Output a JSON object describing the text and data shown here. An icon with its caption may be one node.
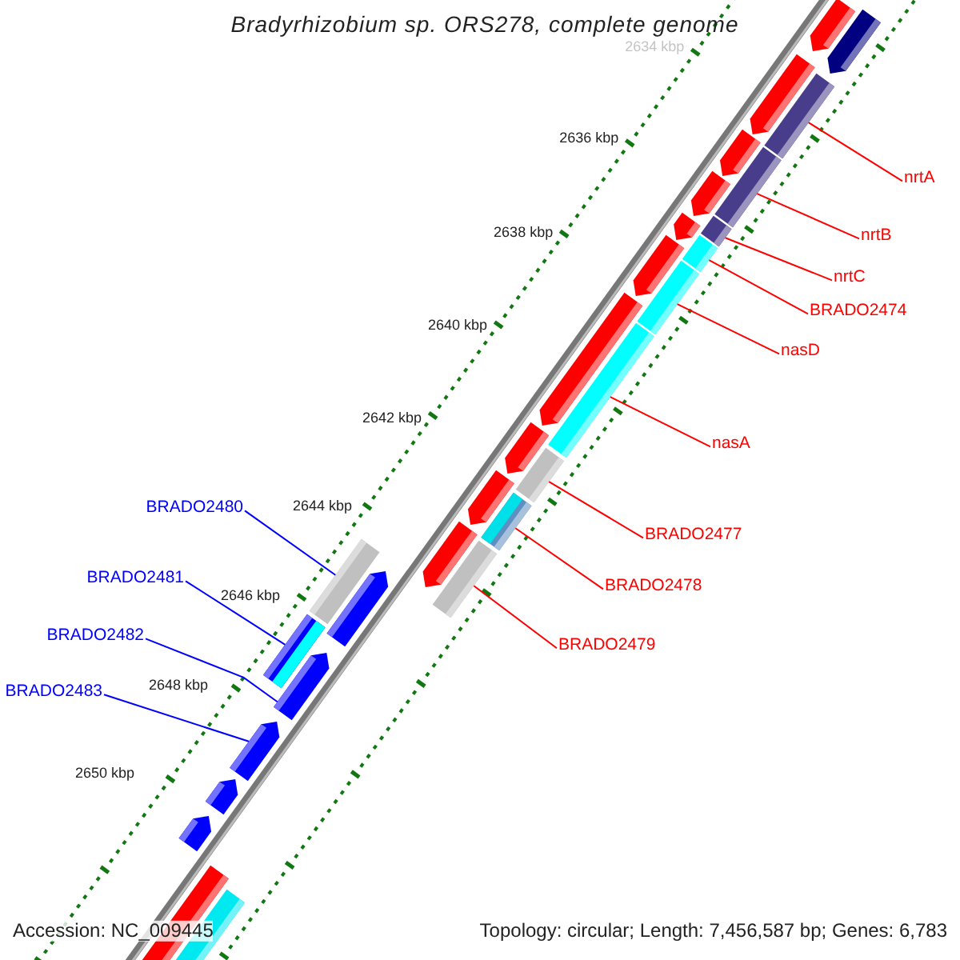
{
  "diagram": {
    "title": "Bradyrhizobium sp. ORS278, complete genome",
    "nodes": [
      {
        "text": [
          "nrtA"
        ]
      },
      {
        "text": [
          "nrtB"
        ]
      },
      {
        "text": [
          "nrtC"
        ]
      },
      {
        "text": [
          "BRADO2474"
        ]
      },
      {
        "text": [
          "nasD"
        ]
      },
      {
        "text": [
          "nasA"
        ]
      },
      {
        "text": [
          "BRADO2477"
        ]
      },
      {
        "text": [
          "BRADO2478"
        ]
      },
      {
        "text": [
          "BRADO2479"
        ]
      },
      {
        "text": [
          "BRADO2480"
        ]
      },
      {
        "text": [
          "BRADO2481"
        ]
      },
      {
        "text": [
          "BRADO2482"
        ]
      },
      {
        "text": [
          "BRADO2483"
        ]
      },
      {
        "text": [],
        "shape": "bar"
      },
      {
        "text": [],
        "shape": "bar"
      },
      {
        "text": [],
        "shape": "bar"
      },
      {
        "text": [],
        "shape": "bar"
      },
      {
        "text": [],
        "shape": "bar"
      },
      {
        "text": [],
        "shape": "bar"
      },
      {
        "text": [],
        "shape": "bar"
      },
      {
        "text": [],
        "shape": "bar"
      },
      {
        "text": [],
        "shape": "bar"
      },
      {
        "text": [],
        "shape": "bar"
      },
      {
        "text": [],
        "shape": "bar"
      },
      {
        "text": [],
        "shape": "pentagon"
      },
      {
        "text": [],
        "shape": "pentagon"
      }
    ],
    "edges": [
      {
        "from": 0,
        "to": 13,
        "arrow": "none"
      },
      {
        "from": 1,
        "to": 14,
        "arrow": "none"
      },
      {
        "from": 2,
        "to": 15,
        "arrow": "none"
      },
      {
        "from": 3,
        "to": 16,
        "arrow": "none"
      },
      {
        "from": 4,
        "to": 17,
        "arrow": "none"
      },
      {
        "from": 5,
        "to": 18,
        "arrow": "none"
      },
      {
        "from": 6,
        "to": 19,
        "arrow": "none"
      },
      {
        "from": 7,
        "to": 20,
        "arrow": "none"
      },
      {
        "from": 8,
        "to": 21,
        "arrow": "none"
      },
      {
        "from": 9,
        "to": 22,
        "arrow": "none",
        "color": "#0000ff"
      },
      {
        "from": 10,
        "to": 23,
        "arrow": "none",
        "color": "#0000ff"
      },
      {
        "from": 11,
        "to": 24,
        "arrow": "none",
        "color": "#0000ff"
      },
      {
        "from": 12,
        "to": 25,
        "arrow": "none",
        "color": "#0000ff"
      }
    ],
    "labels": [
      "2634 kbp",
      "2636 kbp",
      "2638 kbp",
      "2640 kbp",
      "2642 kbp",
      "2644 kbp",
      "2646 kbp",
      "2648 kbp",
      "2650 kbp",
      "Accession: NC_009445",
      "Topology: circular; Length: 7,456,587 bp; Genes: 6,783"
    ]
  }
}
